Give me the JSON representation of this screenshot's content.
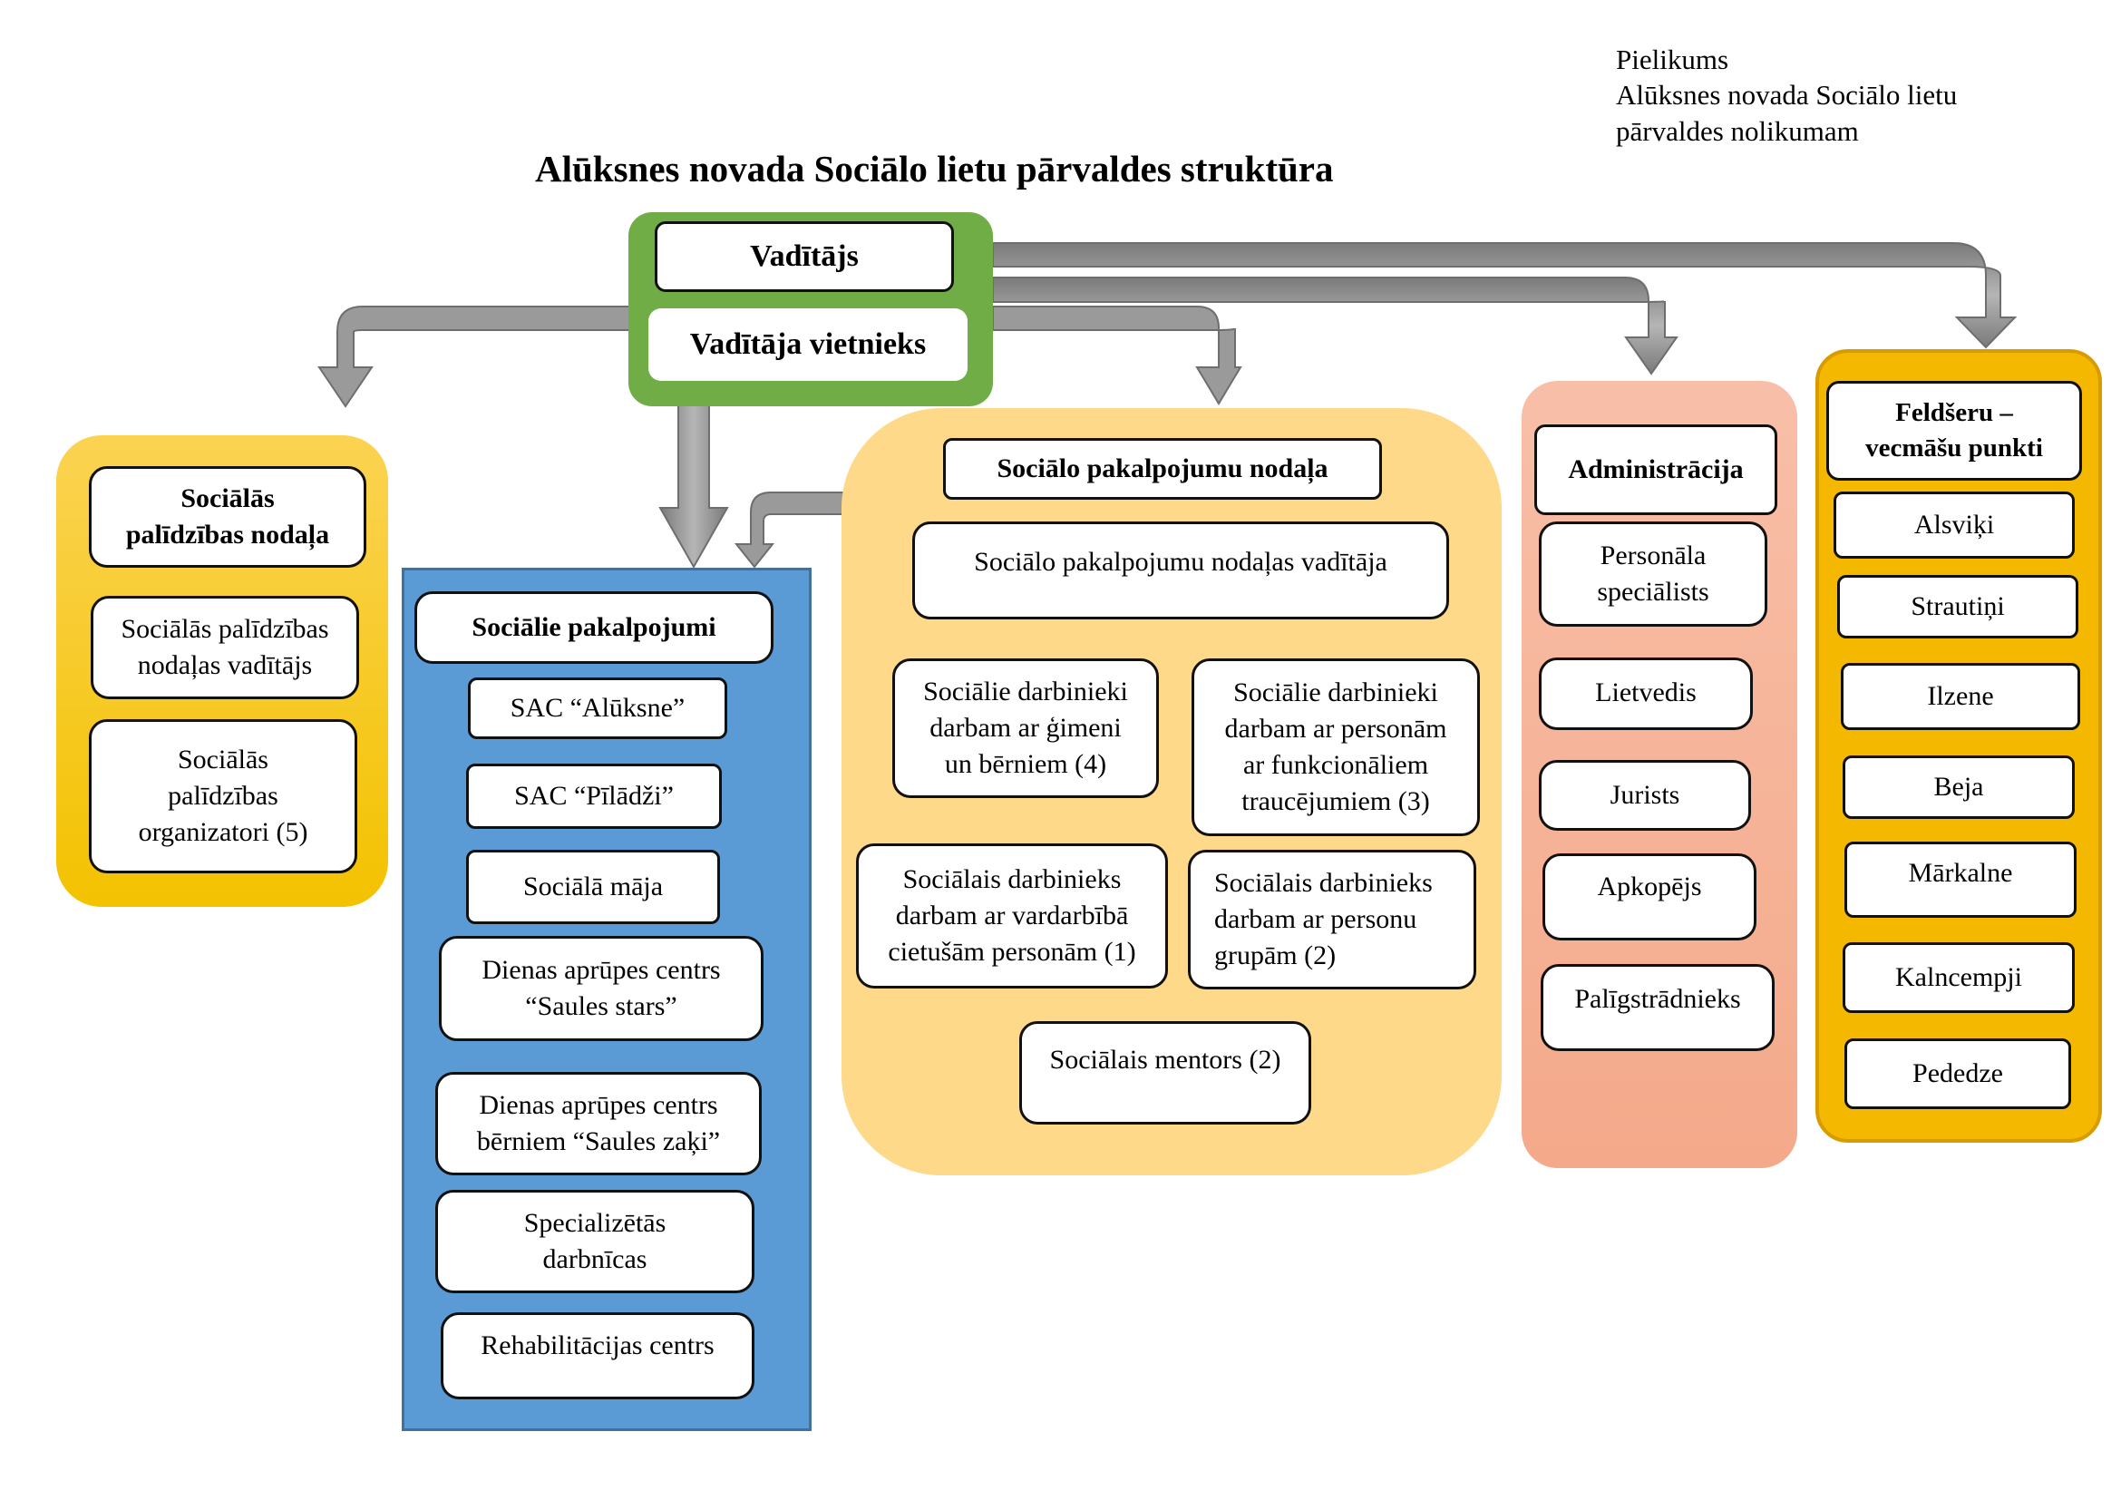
{
  "annex": {
    "line1": "Pielikums",
    "line2": "Alūksnes novada Sociālo lietu",
    "line3": "pārvaldes nolikumam"
  },
  "title": "Alūksnes novada Sociālo lietu pārvaldes struktūra",
  "leadership": {
    "head": "Vadītājs",
    "deputy": "Vadītāja vietnieks"
  },
  "social_assistance": {
    "title": "Sociālās\npalīdzības nodaļa",
    "items": [
      "Sociālās palīdzības\nnodaļas vadītājs",
      "Sociālās\npalīdzības\norganizatori (5)"
    ]
  },
  "social_services": {
    "title": "Sociālie pakalpojumi",
    "items": [
      "SAC “Alūksne”",
      "SAC “Pīlādži”",
      "Sociālā māja",
      "Dienas aprūpes centrs\n“Saules stars”",
      "Dienas aprūpes centrs\nbērniem “Saules zaķi”",
      "Specializētās\ndarbnīcas",
      "Rehabilitācijas centrs"
    ]
  },
  "service_department": {
    "title": "Sociālo pakalpojumu nodaļa",
    "head": "Sociālo pakalpojumu nodaļas vadītāja",
    "items": [
      "Sociālie darbinieki\ndarbam ar ģimeni\nun bērniem (4)",
      "Sociālie darbinieki\ndarbam ar personām\nar funkcionāliem\ntraucējumiem (3)",
      "Sociālais darbinieks\ndarbam ar vardarbībā\ncietušām personām (1)",
      "Sociālais darbinieks\ndarbam ar personu\ngrupām (2)",
      "Sociālais mentors (2)"
    ]
  },
  "administration": {
    "title": "Administrācija",
    "items": [
      "Personāla\nspeciālists",
      "Lietvedis",
      "Jurists",
      "Apkopējs",
      "Palīgstrādnieks"
    ]
  },
  "feldsher": {
    "title": "Feldšeru –\nvecmāšu punkti",
    "items": [
      "Alsviķi",
      "Strautiņi",
      "Ilzene",
      "Beja",
      "Mārkalne",
      "Kalncempji",
      "Pededze"
    ]
  },
  "colors": {
    "leadership_green": "#70AD47",
    "assistance_yellow": "#F7C400",
    "services_blue": "#5B9BD5",
    "department_peach": "#FFD98A",
    "admin_salmon": "#F4A98A",
    "feldsher_yellow": "#F5B800",
    "arrow_gray": "#8C8C8C"
  }
}
